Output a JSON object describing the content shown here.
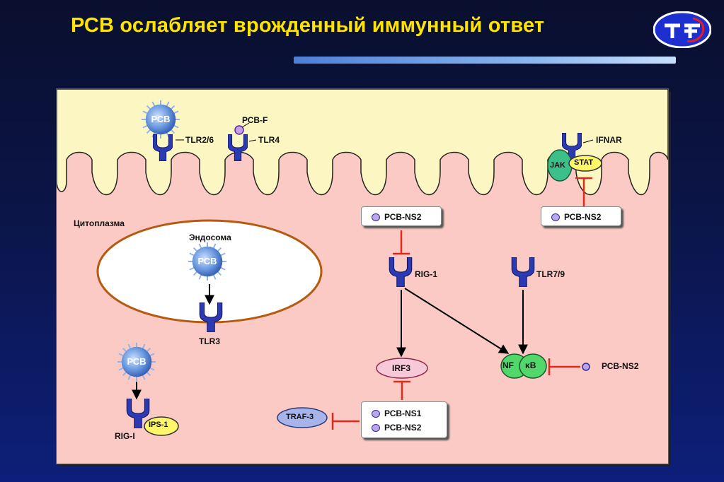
{
  "slide": {
    "title": "РСВ ослабляет врожденный иммунный ответ"
  },
  "colors": {
    "background": "#0d1f7a",
    "title": "#ffe400",
    "membrane": "#fbf6c2",
    "cytoplasm": "#fbcac4",
    "receptor": "#2b3ab0",
    "inhibition": "#e3291c",
    "irf3": "#f7c8d8",
    "nfkb": "#52d86a",
    "jak": "#3cc08a",
    "stat": "#fff66a",
    "ips1": "#fff66a",
    "traf3": "#a7b4ea",
    "virus": "#6aa0e0"
  },
  "labels": {
    "virus": "РСВ",
    "tlr26": "TLR2/6",
    "rsvf": "РСВ-F",
    "tlr4": "TLR4",
    "ifnar": "IFNAR",
    "jak": "JAK",
    "stat": "STAT",
    "cytoplasm": "Цитоплазма",
    "endosome": "Эндосома",
    "tlr3": "TLR3",
    "rigi": "RIG-I",
    "ips1": "IPS-1",
    "rig1": "RIG-1",
    "tlr79": "TLR7/9",
    "irf3": "IRF3",
    "nf": "NF",
    "kb": "κB",
    "traf3": "TRAF-3",
    "ns2": "РСВ-NS2",
    "ns1": "РСВ-NS1"
  },
  "icons": [
    "virus-icon",
    "receptor-icon",
    "logo-icon",
    "protein-dot-icon"
  ]
}
